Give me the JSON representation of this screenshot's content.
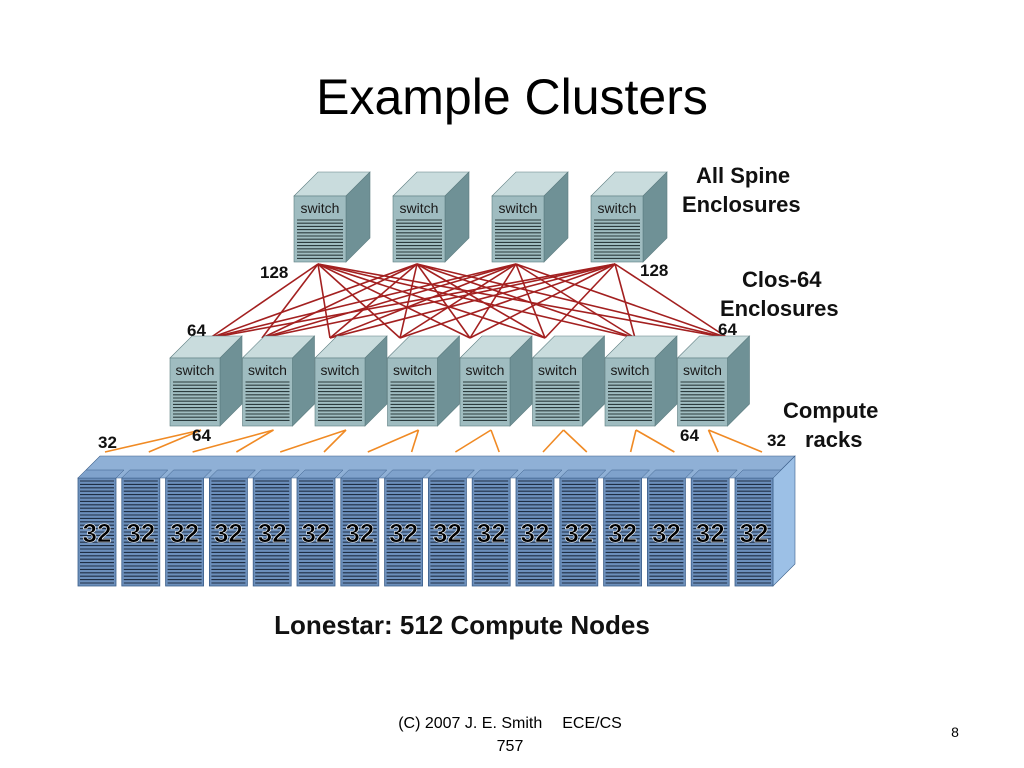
{
  "title": "Example Clusters",
  "diagram": {
    "switch_label": "switch",
    "spine_count": 4,
    "clos_count": 8,
    "rack_count": 16,
    "labels": {
      "spine": [
        "All Spine",
        "Enclosures"
      ],
      "clos": [
        "Clos-64",
        "Enclosures"
      ],
      "compute": [
        "Compute",
        "racks"
      ],
      "caption": "Lonestar: 512 Compute Nodes"
    },
    "port_labels": {
      "spine_left": "128",
      "spine_right": "128",
      "clos_left_top": "64",
      "clos_right_top": "64",
      "rack_left": "32",
      "clos_left_bottom": "64",
      "clos_right_bottom": "64",
      "rack_right": "32"
    },
    "rack_value": "32",
    "colors": {
      "switch_front": "#9fbcc0",
      "switch_side": "#6f9196",
      "switch_top": "#c9dcdd",
      "spine_links": "#a32020",
      "rack_links": "#f08a24",
      "rack_body": "#6c8fbb",
      "rack_edge": "#3c5f8a"
    }
  },
  "footer": {
    "credit_line1_a": "(C) 2007 J. E. Smith",
    "credit_line1_b": "ECE/CS",
    "credit_line2": "757",
    "page_number": "8"
  }
}
